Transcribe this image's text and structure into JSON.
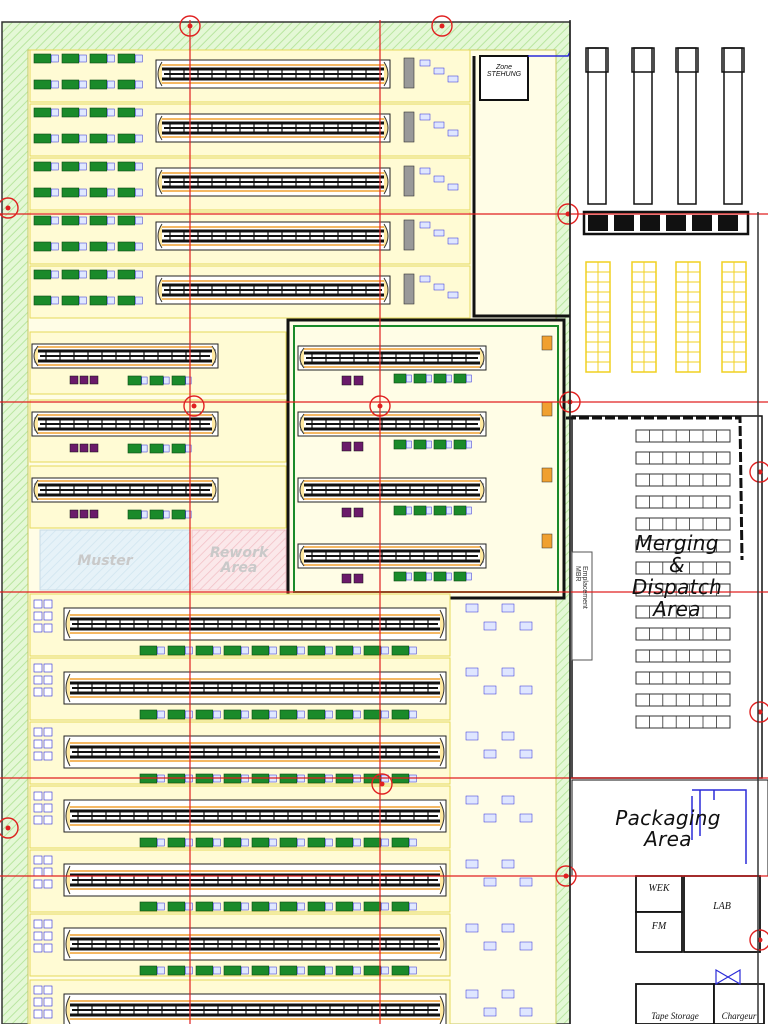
{
  "plan": {
    "areas": {
      "merging": "Merging\n&\nDispatch\nArea",
      "packaging": "Packaging\nArea",
      "muster": "Muster",
      "rework": "Rework\nArea",
      "zone": "Zone\nSTEHUNG",
      "wek": "WEK",
      "lab": "LAB",
      "fm": "FM",
      "tape": "Tape Storage",
      "chargeur": "Chargeur",
      "vertical_note": "Emplacement\nMBR"
    },
    "colors": {
      "floor_hatch": "#d8f5c8",
      "aisle_yellow": "#ffff99",
      "gridline_red": "#e02020",
      "machine_green": "#1a8a2a",
      "wall_black": "#111111",
      "accent_blue": "#2b2bd8",
      "accent_orange": "#f0a030"
    }
  }
}
